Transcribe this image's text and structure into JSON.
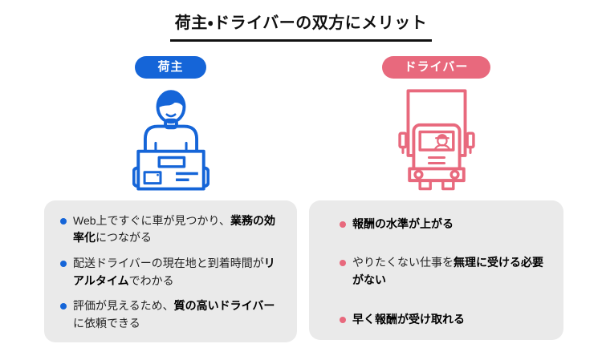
{
  "title": "荷主・ドライバーの双方にメリット",
  "colors": {
    "blue": "#1565D8",
    "pink": "#E8697D",
    "box-bg": "#EAEAEA",
    "text": "#222222",
    "bold-text": "#000000"
  },
  "shipper": {
    "badge": "荷主",
    "icon": "person-with-package-icon",
    "items": [
      {
        "pre": "Web上ですぐに車が見つかり、",
        "bold": "業務の効率化",
        "post": "につながる"
      },
      {
        "pre": "配送ドライバーの現在地と到着時間が",
        "bold": "リアルタイム",
        "post": "でわかる"
      },
      {
        "pre": "評価が見えるため、",
        "bold": "質の高いドライバー",
        "post": "に依頼できる"
      }
    ]
  },
  "driver": {
    "badge": "ドライバー",
    "icon": "truck-icon",
    "items": [
      {
        "pre": "",
        "bold": "報酬の水準が上がる",
        "post": ""
      },
      {
        "pre": "やりたくない仕事を",
        "bold": "無理に受ける必要がない",
        "post": ""
      },
      {
        "pre": "",
        "bold": "早く報酬が受け取れる",
        "post": ""
      }
    ]
  }
}
